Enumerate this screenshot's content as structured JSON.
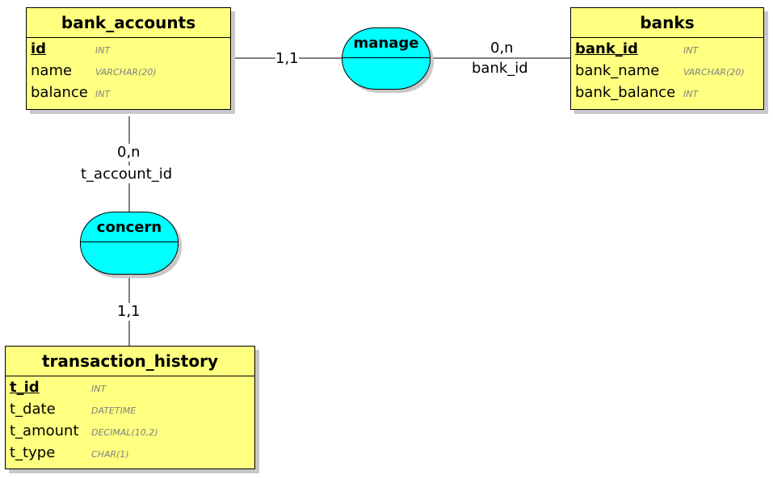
{
  "entities": {
    "bank_accounts": {
      "title": "bank_accounts",
      "attributes": [
        {
          "name": "id",
          "type": "INT",
          "pk": true
        },
        {
          "name": "name",
          "type": "VARCHAR(20)",
          "pk": false
        },
        {
          "name": "balance",
          "type": "INT",
          "pk": false
        }
      ]
    },
    "banks": {
      "title": "banks",
      "attributes": [
        {
          "name": "bank_id",
          "type": "INT",
          "pk": true
        },
        {
          "name": "bank_name",
          "type": "VARCHAR(20)",
          "pk": false
        },
        {
          "name": "bank_balance",
          "type": "INT",
          "pk": false
        }
      ]
    },
    "transaction_history": {
      "title": "transaction_history",
      "attributes": [
        {
          "name": "t_id",
          "type": "INT",
          "pk": true
        },
        {
          "name": "t_date",
          "type": "DATETIME",
          "pk": false
        },
        {
          "name": "t_amount",
          "type": "DECIMAL(10,2)",
          "pk": false
        },
        {
          "name": "t_type",
          "type": "CHAR(1)",
          "pk": false
        }
      ]
    }
  },
  "relations": {
    "manage": {
      "label": "manage"
    },
    "concern": {
      "label": "concern"
    }
  },
  "cardinalities": {
    "manage_bank_accounts": "1,1",
    "manage_banks": "0,n",
    "manage_banks_key": "bank_id",
    "concern_bank_accounts": "0,n",
    "concern_bank_accounts_key": "t_account_id",
    "concern_transaction_history": "1,1"
  },
  "colors": {
    "entity_fill": "#ffff80",
    "relation_fill": "#00ffff",
    "shadow": "#c8c8c8",
    "type_text": "#808080"
  }
}
